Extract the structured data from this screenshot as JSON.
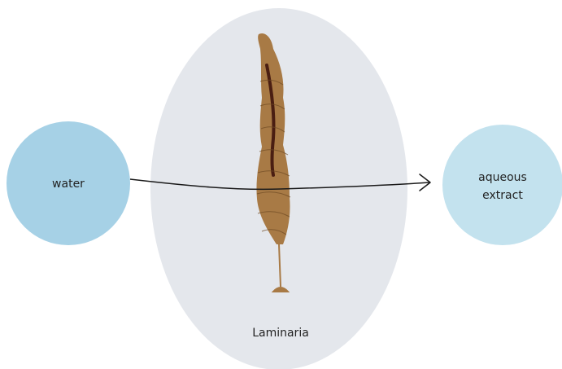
{
  "nodes": {
    "water": {
      "label": "water",
      "color": "#a6d1e6"
    },
    "extract": {
      "label_line1": "aqueous",
      "label_line2": "extract",
      "color": "#c3e2ee"
    },
    "laminaria": {
      "label": "Laminaria",
      "color": "#e4e7ec"
    }
  },
  "arrow": {
    "color": "#1a1a1a"
  },
  "seaweed": {
    "icon": "kelp-illustration",
    "color": "#a87a45",
    "midrib_color": "#4a1e12"
  }
}
